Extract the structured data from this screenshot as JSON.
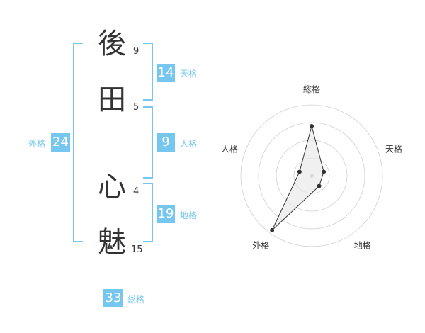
{
  "name": {
    "chars": [
      "後",
      "田",
      "心",
      "魅"
    ],
    "strokes": [
      "9",
      "5",
      "4",
      "15"
    ]
  },
  "fortunes": {
    "tenkaku": {
      "value": "14",
      "label": "天格"
    },
    "jinkaku": {
      "value": "9",
      "label": "人格"
    },
    "chikaku": {
      "value": "19",
      "label": "地格"
    },
    "gaikaku": {
      "value": "24",
      "label": "外格"
    },
    "soukaku": {
      "value": "33",
      "label": "総格"
    }
  },
  "chart_data": {
    "type": "radar",
    "axes": [
      "総格",
      "天格",
      "地格",
      "外格",
      "人格"
    ],
    "values": [
      0.7,
      0.18,
      0.18,
      0.95,
      0.18
    ],
    "rings": 4,
    "colors": {
      "accent": "#76c7f0",
      "fill": "#e6e6e6",
      "line": "#333333",
      "grid": "#d0d0d0"
    }
  }
}
